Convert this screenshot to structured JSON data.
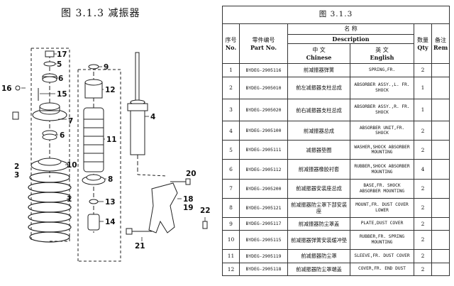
{
  "figure": {
    "title": "图 3.1.3   减振器"
  },
  "diagram": {
    "callouts": [
      "1",
      "2",
      "3",
      "4",
      "5",
      "6",
      "7",
      "8",
      "9",
      "10",
      "11",
      "12",
      "13",
      "14",
      "15",
      "16",
      "17",
      "18",
      "19",
      "20",
      "21",
      "22"
    ]
  },
  "table": {
    "title": "图 3.1.3",
    "headers": {
      "seq_cn": "序号",
      "seq_en": "No.",
      "part_cn": "零件编号",
      "part_en": "Part No.",
      "desc_cn": "名    称",
      "desc_en": "Description",
      "chinese_cn": "中  文",
      "chinese_en": "Chinese",
      "english_cn": "英  文",
      "english_en": "English",
      "qty_cn": "数量",
      "qty_en": "Qty",
      "rem_cn": "备注",
      "rem_en": "Rem"
    },
    "rows": [
      {
        "no": "1",
        "part": "BYDEG-2905116",
        "cn": "前减振器弹簧",
        "en": "SPRING,FR.",
        "qty": "2",
        "rem": ""
      },
      {
        "no": "2",
        "part": "BYDEG-2905010",
        "cn": "前左减振器支柱总成",
        "en": "ABSORBER ASSY.,L. FR. SHOCK",
        "qty": "1",
        "rem": ""
      },
      {
        "no": "3",
        "part": "BYDEG-2905020",
        "cn": "前右减振器支柱总成",
        "en": "ABSORBER ASSY.,R. FR. SHOCK",
        "qty": "1",
        "rem": ""
      },
      {
        "no": "4",
        "part": "BYDEG-2905100",
        "cn": "前减振器总成",
        "en": "ABSORBER UNIT,FR. SHOCK",
        "qty": "2",
        "rem": ""
      },
      {
        "no": "5",
        "part": "BYDEG-2905111",
        "cn": "减振器垫圈",
        "en": "WASHER,SHOCK ABSORBER MOUNTING",
        "qty": "2",
        "rem": ""
      },
      {
        "no": "6",
        "part": "BYDEG-2905112",
        "cn": "前减振器橡胶衬套",
        "en": "RUBBER,SHOCK ABSORBER MOUNTING",
        "qty": "4",
        "rem": ""
      },
      {
        "no": "7",
        "part": "BYDEG-2905200",
        "cn": "前减振器安装座总成",
        "en": "BASE,FR. SHOCK ABSORBER MOUNTING",
        "qty": "2",
        "rem": ""
      },
      {
        "no": "8",
        "part": "BYDEG-2905121",
        "cn": "前减振器防尘罩下部安装座",
        "en": "MOUNT,FR. DUST COVER LOWER",
        "qty": "2",
        "rem": ""
      },
      {
        "no": "9",
        "part": "BYDEG-2905117",
        "cn": "前减振器防尘罩盖",
        "en": "PLATE,DUST COVER",
        "qty": "2",
        "rem": ""
      },
      {
        "no": "10",
        "part": "BYDEG-2905115",
        "cn": "前减振器弹簧安装缓冲垫",
        "en": "RUBBER,FR. SPRING MOUNTING",
        "qty": "2",
        "rem": ""
      },
      {
        "no": "11",
        "part": "BYDEG-2905119",
        "cn": "前减振器防尘罩",
        "en": "SLEEVE,FR. DUST COVER",
        "qty": "2",
        "rem": ""
      },
      {
        "no": "12",
        "part": "BYDEG-2905118",
        "cn": "前减振器防尘罩端盖",
        "en": "COVER,FR. END DUST",
        "qty": "2",
        "rem": ""
      }
    ]
  }
}
